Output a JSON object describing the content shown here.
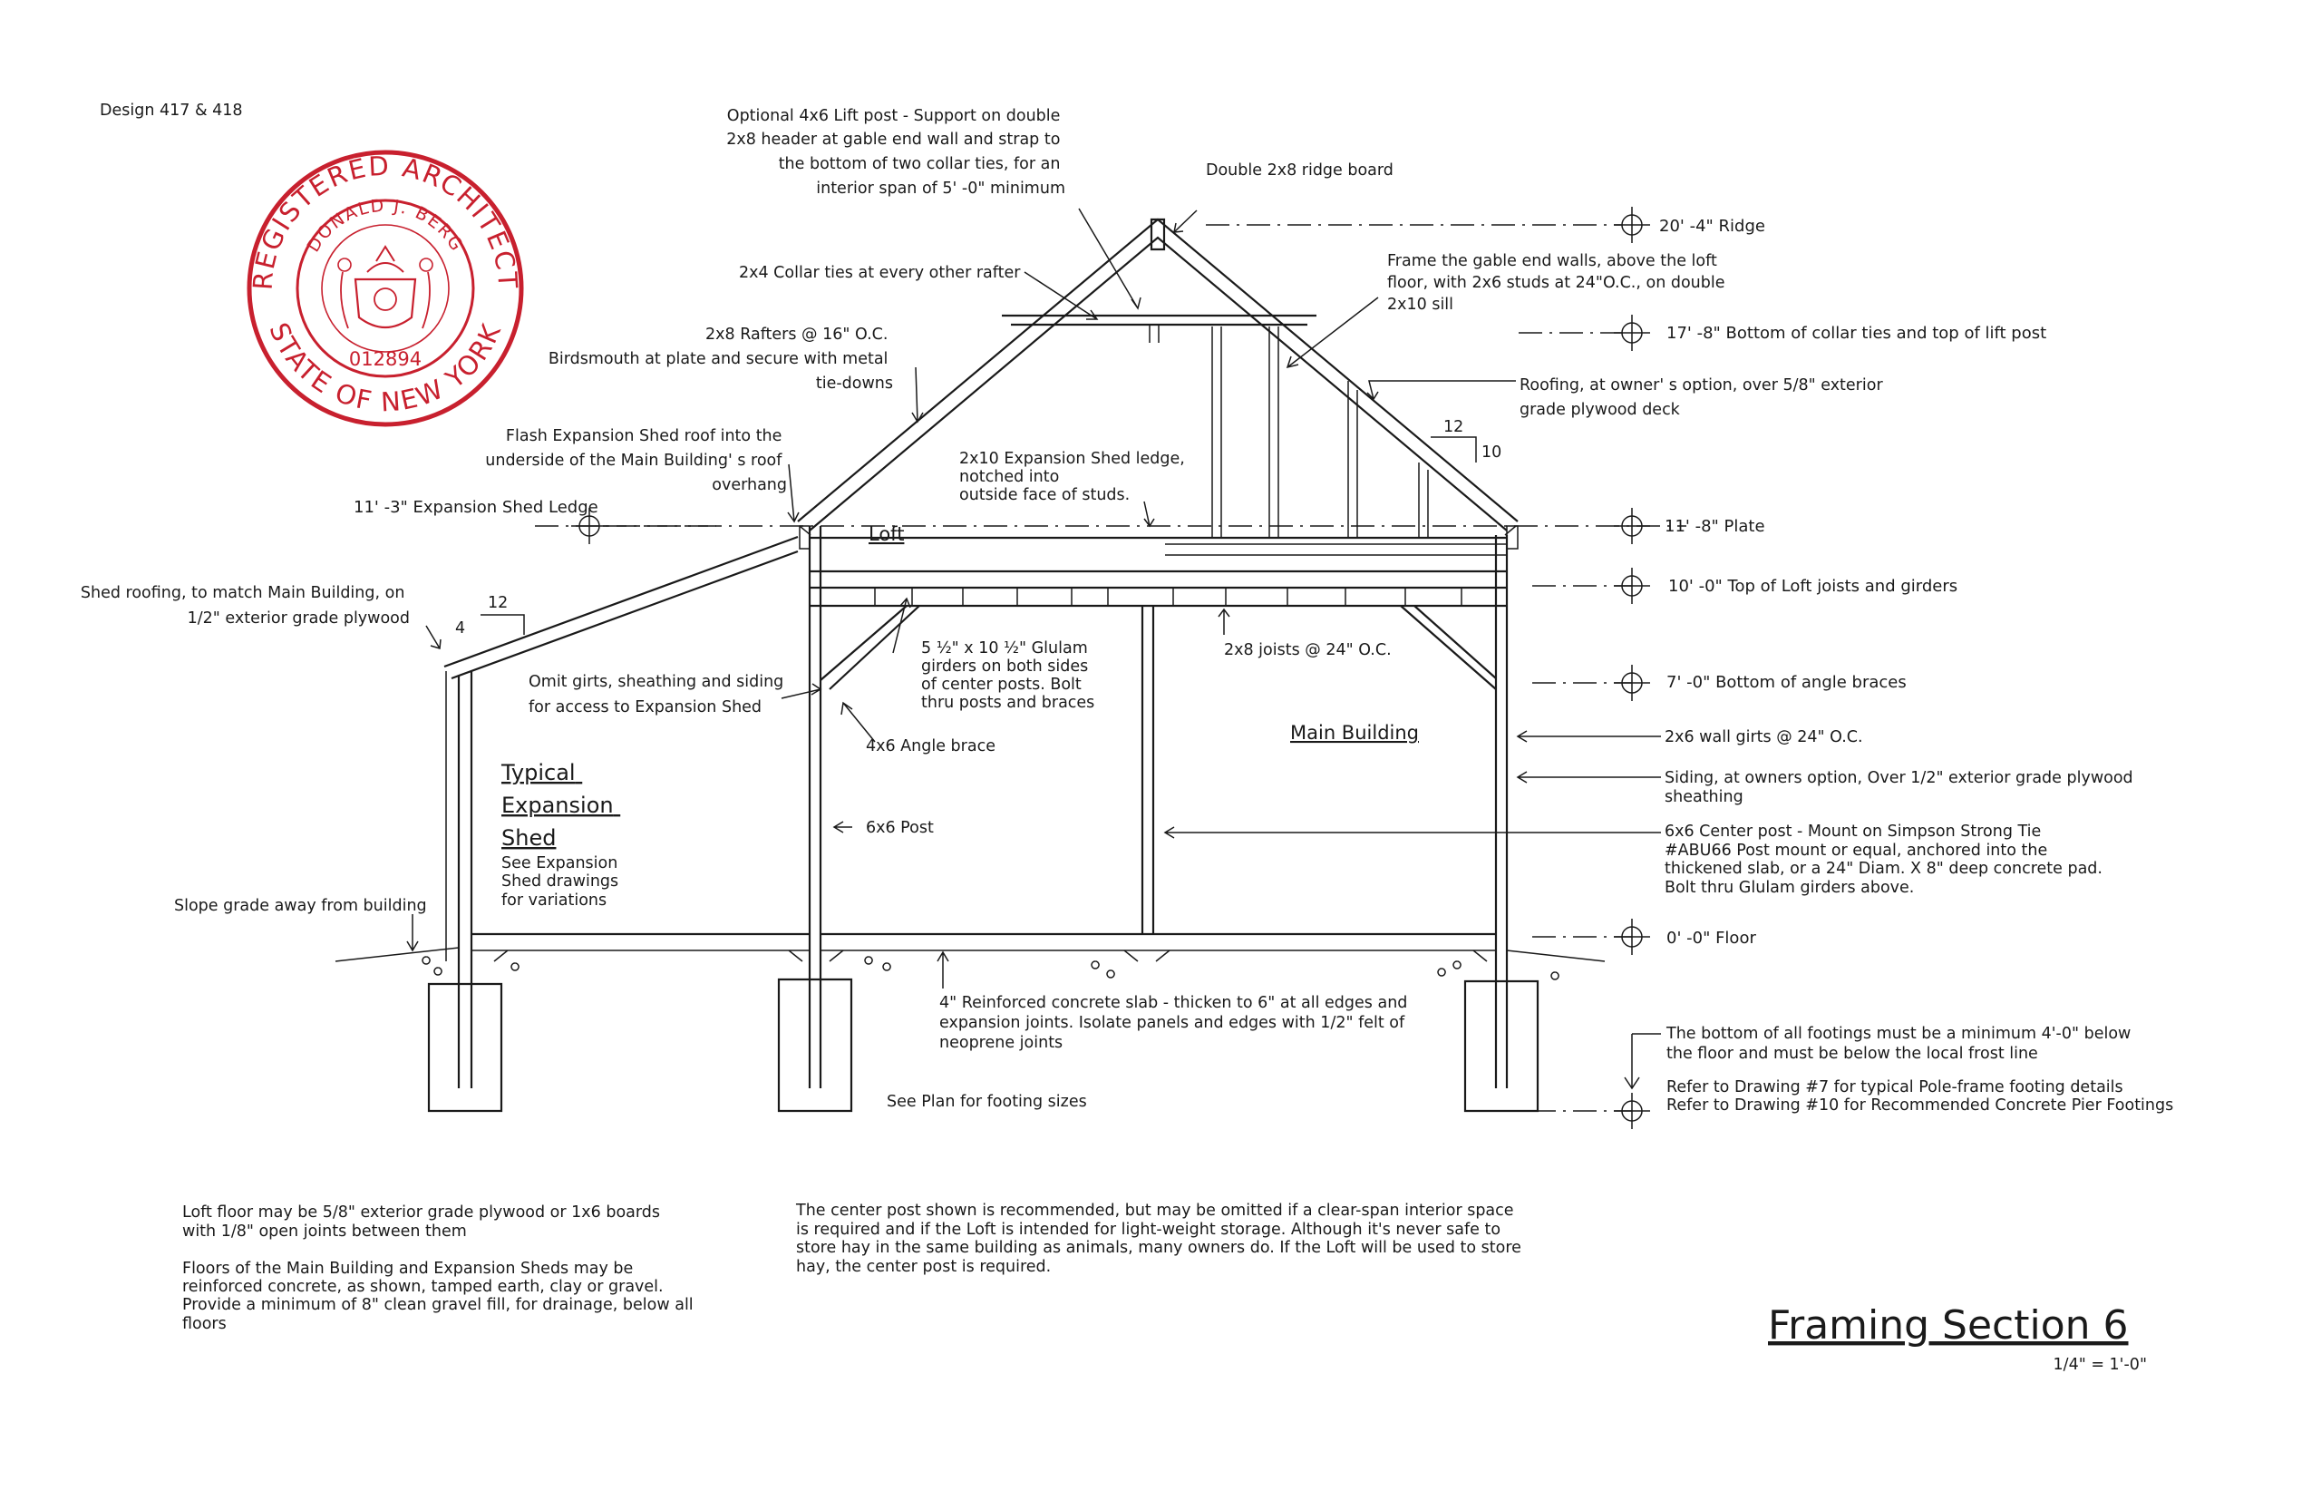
{
  "design_label": "Design 417 & 418",
  "stamp": {
    "top_text": "REGISTERED ARCHITECT",
    "name": "DONALD J. BERG",
    "bottom_text": "STATE OF NEW YORK",
    "license_no": "012894"
  },
  "callouts": {
    "lift_post": [
      "Optional 4x6 Lift post - Support on double",
      "2x8 header at gable end wall and strap to",
      "the bottom of two collar ties, for an",
      "interior span of 5' -0\" minimum"
    ],
    "ridge_board": "Double 2x8 ridge board",
    "collar_ties": "2x4 Collar ties at every other rafter",
    "rafters": [
      "2x8 Rafters @ 16\" O.C.",
      "Birdsmouth at plate and secure with metal",
      "tie-downs"
    ],
    "gable_frame": [
      "Frame the gable end walls, above the loft",
      "floor, with 2x6 studs at 24\"O.C., on double",
      "2x10 sill"
    ],
    "roofing": [
      "Roofing, at owner' s option, over 5/8\" exterior",
      "grade plywood deck"
    ],
    "flash": [
      "Flash Expansion Shed roof into the",
      "underside of the Main Building' s roof",
      "overhang"
    ],
    "shed_ledge": [
      "2x10 Expansion Shed ledge,",
      "notched into",
      "outside face of studs."
    ],
    "shed_roofing": [
      "Shed roofing, to match Main Building, on",
      "1/2\" exterior grade plywood"
    ],
    "omit_girts": [
      "Omit girts, sheathing and siding",
      "for access to Expansion Shed"
    ],
    "glulam": [
      "5 ½\" x 10 ½\" Glulam",
      "girders on both sides",
      "of center posts. Bolt",
      "thru posts and braces"
    ],
    "joists": "2x8 joists @ 24\" O.C.",
    "angle_brace": "4x6 Angle brace",
    "post_6x6": "6x6 Post",
    "wall_girts": "2x6 wall girts @ 24\" O.C.",
    "siding": [
      "Siding, at owners option, Over 1/2\" exterior grade plywood",
      "sheathing"
    ],
    "center_post": [
      "6x6 Center post - Mount on Simpson Strong Tie",
      "#ABU66 Post mount or equal,  anchored into the",
      "thickened slab, or a 24\" Diam. X 8\" deep concrete pad.",
      "Bolt thru Glulam girders above."
    ],
    "slope": "Slope grade away from building",
    "slab": [
      "4\" Reinforced concrete slab - thicken to 6\" at all edges and",
      "expansion joints. Isolate panels and edges with 1/2\" felt of",
      "neoprene joints"
    ],
    "footing_plan": "See Plan for footing sizes",
    "footings": [
      "The bottom of all footings must be a minimum 4'-0\" below",
      "the floor and must be below the local frost line"
    ],
    "refer": [
      "Refer to Drawing #7 for typical Pole-frame footing details",
      "Refer to Drawing #10 for Recommended Concrete Pier Footings"
    ]
  },
  "levels": {
    "ridge": "20' -4\" Ridge",
    "collar": "17' -8\" Bottom of collar ties and top of lift post",
    "shed_ledge": "11' -3\" Expansion Shed Ledge",
    "plate": "11' -8\" Plate",
    "loft_top": "10' -0\" Top of Loft joists and girders",
    "brace_bottom": "7' -0\" Bottom of angle braces",
    "floor": "0' -0\" Floor"
  },
  "pitch": {
    "main_rise": "10",
    "main_run": "12",
    "shed_rise": "4",
    "shed_run": "12"
  },
  "labels": {
    "loft": "Loft",
    "main_building": "Main Building",
    "shed_title": [
      "Typical",
      "Expansion",
      "Shed"
    ],
    "shed_note": [
      "See Expansion",
      "Shed drawings",
      "for variations"
    ]
  },
  "notes": {
    "loft_floor": [
      "Loft floor may be 5/8\" exterior grade plywood or 1x6 boards",
      "with 1/8\"  open joints between them"
    ],
    "floors": [
      "Floors of the Main Building and Expansion Sheds may be",
      "reinforced concrete, as shown, tamped earth, clay or gravel.",
      "Provide a minimum of 8\" clean gravel fill, for drainage, below all",
      "floors"
    ],
    "center_post_note": [
      "The center post shown is recommended, but may be omitted if a clear-span interior space",
      "is required and if the Loft is intended for light-weight storage. Although it's never safe to",
      "store hay in the same building as animals, many owners do. If the Loft will be used to store",
      "hay, the center post is required."
    ]
  },
  "title": {
    "main": "Framing Section  6",
    "scale": "1/4\" = 1'-0\""
  },
  "colors": {
    "ink": "#1a1a1a",
    "stamp": "#c8202e",
    "paper": "#ffffff"
  }
}
